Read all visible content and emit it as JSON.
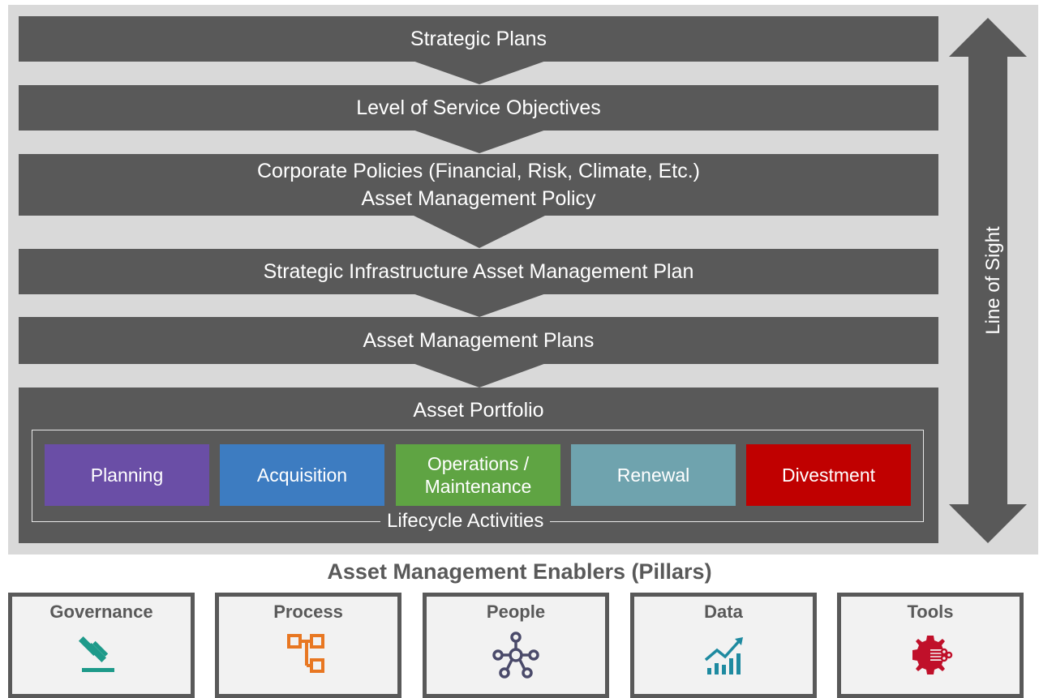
{
  "hierarchy": {
    "strategic_plans": "Strategic Plans",
    "level_of_service": "Level of Service Objectives",
    "corporate_policies_line1": "Corporate Policies (Financial, Risk, Climate, Etc.)",
    "corporate_policies_line2": "Asset Management Policy",
    "siamp": "Strategic Infrastructure Asset Management Plan",
    "am_plans": "Asset Management Plans",
    "asset_portfolio": "Asset Portfolio"
  },
  "lifecycle": {
    "label": "Lifecycle Activities",
    "activities": [
      {
        "label": "Planning",
        "color": "#6a4ea6"
      },
      {
        "label": "Acquisition",
        "color": "#3d7cc1"
      },
      {
        "label_line1": "Operations /",
        "label_line2": "Maintenance",
        "color": "#5fa443"
      },
      {
        "label": "Renewal",
        "color": "#6fa3ae"
      },
      {
        "label": "Divestment",
        "color": "#c00000"
      }
    ]
  },
  "line_of_sight": "Line of Sight",
  "enablers": {
    "title": "Asset Management Enablers (Pillars)",
    "pillars": [
      {
        "label": "Governance",
        "icon": "gavel-icon",
        "color": "#1e9a8a"
      },
      {
        "label": "Process",
        "icon": "flowchart-icon",
        "color": "#e87722"
      },
      {
        "label": "People",
        "icon": "network-icon",
        "color": "#4a4a6a"
      },
      {
        "label": "Data",
        "icon": "chart-icon",
        "color": "#1e8aa0"
      },
      {
        "label": "Tools",
        "icon": "gear-circuit-icon",
        "color": "#c0102a"
      }
    ]
  },
  "colors": {
    "bar": "#595959",
    "panel": "#d9d9d9"
  }
}
